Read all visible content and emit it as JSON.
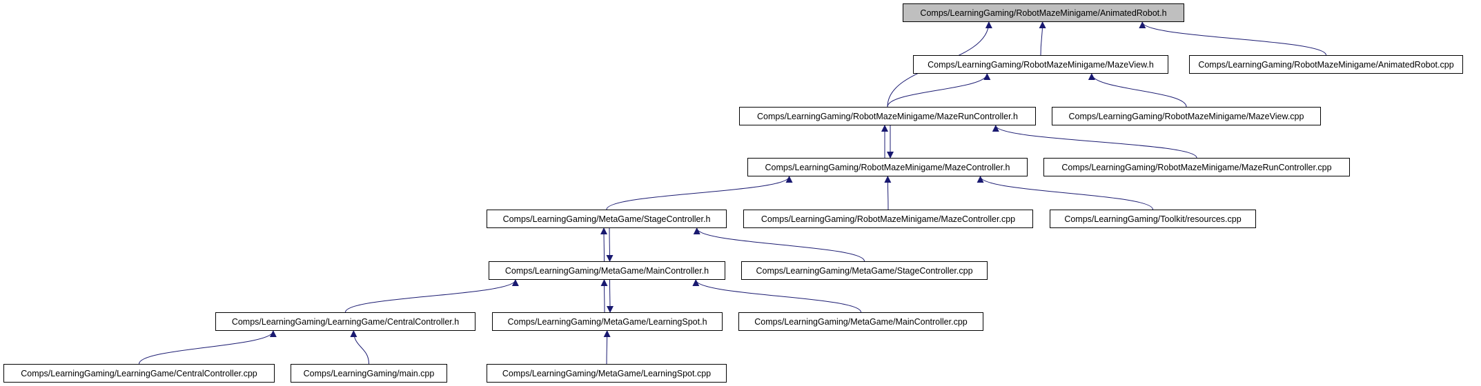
{
  "diagram": {
    "title": "Include dependency graph for AnimatedRobot.h",
    "edge_color": "#191970",
    "root_fill": "#bfbfbf",
    "nodes": [
      {
        "id": "animatedrobot_h",
        "label": "Comps/LearningGaming/RobotMazeMinigame/AnimatedRobot.h",
        "root": true
      },
      {
        "id": "mazeview_h",
        "label": "Comps/LearningGaming/RobotMazeMinigame/MazeView.h"
      },
      {
        "id": "animatedrobot_cpp",
        "label": "Comps/LearningGaming/RobotMazeMinigame/AnimatedRobot.cpp"
      },
      {
        "id": "mazeruncontroller_h",
        "label": "Comps/LearningGaming/RobotMazeMinigame/MazeRunController.h"
      },
      {
        "id": "mazeview_cpp",
        "label": "Comps/LearningGaming/RobotMazeMinigame/MazeView.cpp"
      },
      {
        "id": "mazecontroller_h",
        "label": "Comps/LearningGaming/RobotMazeMinigame/MazeController.h"
      },
      {
        "id": "mazeruncontroller_cpp",
        "label": "Comps/LearningGaming/RobotMazeMinigame/MazeRunController.cpp"
      },
      {
        "id": "stagecontroller_h",
        "label": "Comps/LearningGaming/MetaGame/StageController.h"
      },
      {
        "id": "mazecontroller_cpp",
        "label": "Comps/LearningGaming/RobotMazeMinigame/MazeController.cpp"
      },
      {
        "id": "resources_cpp",
        "label": "Comps/LearningGaming/Toolkit/resources.cpp"
      },
      {
        "id": "maincontroller_h",
        "label": "Comps/LearningGaming/MetaGame/MainController.h"
      },
      {
        "id": "stagecontroller_cpp",
        "label": "Comps/LearningGaming/MetaGame/StageController.cpp"
      },
      {
        "id": "centralcontroller_h",
        "label": "Comps/LearningGaming/LearningGame/CentralController.h"
      },
      {
        "id": "learningspot_h",
        "label": "Comps/LearningGaming/MetaGame/LearningSpot.h"
      },
      {
        "id": "maincontroller_cpp",
        "label": "Comps/LearningGaming/MetaGame/MainController.cpp"
      },
      {
        "id": "centralcontroller_cpp",
        "label": "Comps/LearningGaming/LearningGame/CentralController.cpp"
      },
      {
        "id": "main_cpp",
        "label": "Comps/LearningGaming/main.cpp"
      },
      {
        "id": "learningspot_cpp",
        "label": "Comps/LearningGaming/MetaGame/LearningSpot.cpp"
      }
    ],
    "edges": [
      {
        "from": "mazeview_h",
        "to": "animatedrobot_h"
      },
      {
        "from": "animatedrobot_cpp",
        "to": "animatedrobot_h"
      },
      {
        "from": "mazeruncontroller_h",
        "to": "animatedrobot_h"
      },
      {
        "from": "mazeruncontroller_h",
        "to": "mazeview_h"
      },
      {
        "from": "mazeview_cpp",
        "to": "mazeview_h"
      },
      {
        "from": "mazecontroller_h",
        "to": "mazeruncontroller_h"
      },
      {
        "from": "mazeruncontroller_h",
        "to": "mazecontroller_h"
      },
      {
        "from": "mazeruncontroller_cpp",
        "to": "mazeruncontroller_h"
      },
      {
        "from": "stagecontroller_h",
        "to": "mazecontroller_h"
      },
      {
        "from": "mazecontroller_cpp",
        "to": "mazecontroller_h"
      },
      {
        "from": "resources_cpp",
        "to": "mazecontroller_h"
      },
      {
        "from": "maincontroller_h",
        "to": "stagecontroller_h"
      },
      {
        "from": "stagecontroller_h",
        "to": "maincontroller_h"
      },
      {
        "from": "stagecontroller_cpp",
        "to": "stagecontroller_h"
      },
      {
        "from": "centralcontroller_h",
        "to": "maincontroller_h"
      },
      {
        "from": "learningspot_h",
        "to": "maincontroller_h"
      },
      {
        "from": "maincontroller_h",
        "to": "learningspot_h"
      },
      {
        "from": "maincontroller_cpp",
        "to": "maincontroller_h"
      },
      {
        "from": "centralcontroller_cpp",
        "to": "centralcontroller_h"
      },
      {
        "from": "main_cpp",
        "to": "centralcontroller_h"
      },
      {
        "from": "learningspot_cpp",
        "to": "learningspot_h"
      }
    ]
  }
}
